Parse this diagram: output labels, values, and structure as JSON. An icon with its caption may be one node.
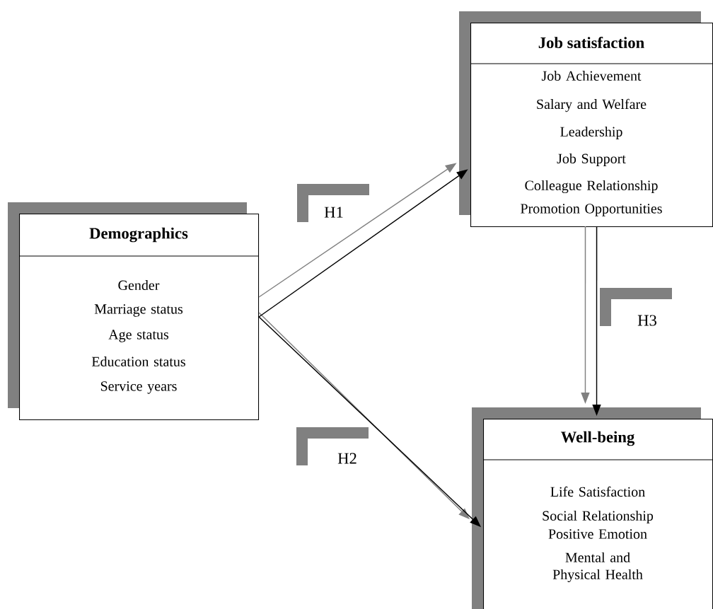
{
  "diagram": {
    "nodes": [
      {
        "text": [
          "Demographics",
          "Gender",
          "Marriage status",
          "Age status",
          "Education status",
          "Service years"
        ]
      },
      {
        "text": [
          "Job satisfaction",
          "Job Achievement",
          "Salary and Welfare",
          "Leadership",
          "Job Support",
          "Colleague Relationship",
          "Promotion Opportunities"
        ]
      },
      {
        "text": [
          "Well-being",
          "Life Satisfaction",
          "Social Relationship",
          "Positive Emotion",
          "Mental and Physical Health"
        ]
      }
    ],
    "edges": [
      {
        "from": 0,
        "to": 1,
        "arrow": "to",
        "color": "#000000"
      },
      {
        "from": 0,
        "to": 1,
        "arrow": "to",
        "color": "#808080"
      },
      {
        "from": 0,
        "to": 2,
        "arrow": "to",
        "color": "#000000"
      },
      {
        "from": 0,
        "to": 2,
        "arrow": "to",
        "color": "#808080"
      },
      {
        "from": 1,
        "to": 2,
        "arrow": "to",
        "color": "#000000"
      },
      {
        "from": 1,
        "to": 2,
        "arrow": "to",
        "color": "#808080"
      }
    ],
    "labels": [
      "H1",
      "H3",
      "H2"
    ]
  }
}
